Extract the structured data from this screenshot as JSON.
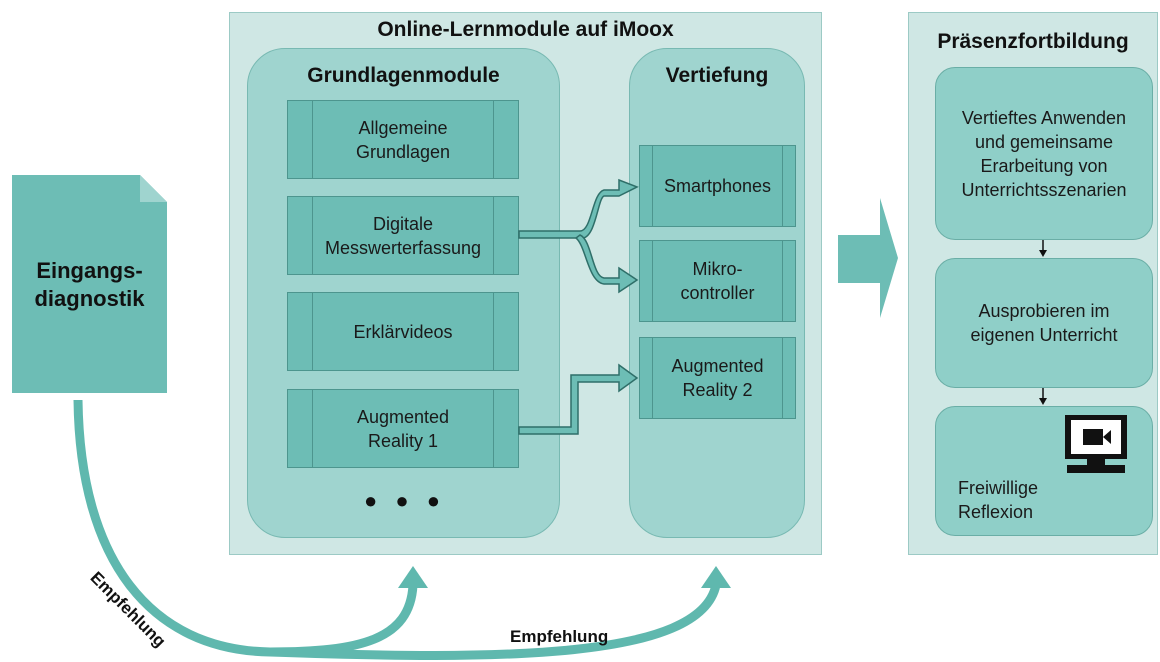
{
  "entry": {
    "label": "Eingangs-\ndiagnostik"
  },
  "online": {
    "title": "Online-Lernmodule auf iMoox",
    "basics": {
      "title": "Grundlagenmodule",
      "modules": [
        "Allgemeine\nGrundlagen",
        "Digitale\nMesswerterfassung",
        "Erklärvideos",
        "Augmented\nReality 1"
      ],
      "more": "● ● ●"
    },
    "deepening": {
      "title": "Vertiefung",
      "modules": [
        "Smartphones",
        "Mikro-\ncontroller",
        "Augmented\nReality 2"
      ]
    }
  },
  "presence": {
    "title": "Präsenzfortbildung",
    "steps": [
      "Vertieftes Anwenden\nund gemeinsame\nErarbeitung von\nUnterrichtsszenarien",
      "Ausprobieren im\neigenen Unterricht",
      "Freiwillige\nReflexion"
    ]
  },
  "recommendation_left": "Empfehlung",
  "recommendation_bottom": "Empfehlung",
  "colors": {
    "teal": "#5fb8ae",
    "panel": "#cfe7e4",
    "pill": "#9fd4cf",
    "module": "#6dbdb5"
  },
  "icons": {
    "monitor": "monitor-video-icon"
  }
}
